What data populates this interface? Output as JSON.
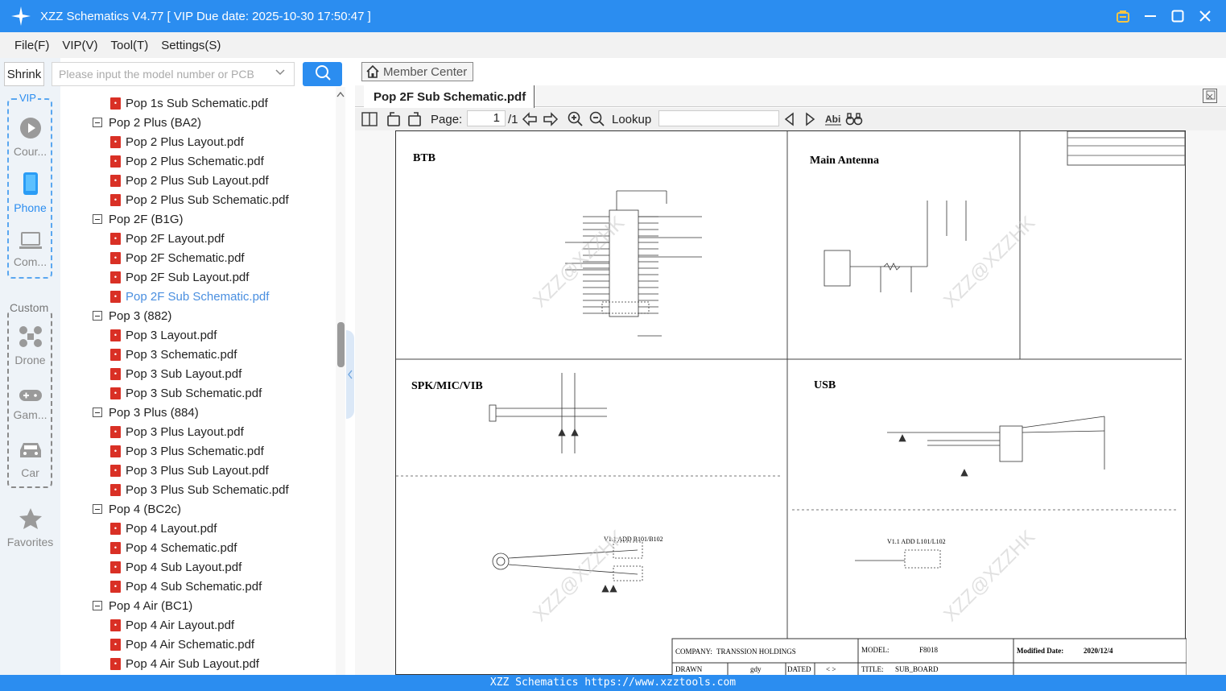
{
  "window": {
    "title": "XZZ Schematics V4.77 [ VIP Due date: 2025-10-30 17:50:47 ]"
  },
  "menu": {
    "items": [
      "File(F)",
      "VIP(V)",
      "Tool(T)",
      "Settings(S)"
    ]
  },
  "search": {
    "shrink_label": "Shrink",
    "placeholder": "Please input the model number or PCB"
  },
  "sidebar": {
    "vip_label": "VIP",
    "custom_label": "Custom",
    "items": [
      {
        "label": "Cour...",
        "icon": "play-icon"
      },
      {
        "label": "Phone",
        "icon": "phone-icon",
        "active": true
      },
      {
        "label": "Com...",
        "icon": "laptop-icon"
      },
      {
        "label": "Drone",
        "icon": "drone-icon"
      },
      {
        "label": "Gam...",
        "icon": "gamepad-icon"
      },
      {
        "label": "Car",
        "icon": "car-icon"
      },
      {
        "label": "Favorites",
        "icon": "star-icon"
      }
    ]
  },
  "tree": {
    "rows": [
      {
        "type": "file",
        "label": "Pop 1s Sub Schematic.pdf"
      },
      {
        "type": "group",
        "label": "Pop 2 Plus (BA2)"
      },
      {
        "type": "file",
        "label": "Pop 2 Plus Layout.pdf"
      },
      {
        "type": "file",
        "label": "Pop 2 Plus Schematic.pdf"
      },
      {
        "type": "file",
        "label": "Pop 2 Plus Sub Layout.pdf"
      },
      {
        "type": "file",
        "label": "Pop 2 Plus Sub Schematic.pdf"
      },
      {
        "type": "group",
        "label": "Pop 2F (B1G)"
      },
      {
        "type": "file",
        "label": "Pop 2F Layout.pdf"
      },
      {
        "type": "file",
        "label": "Pop 2F Schematic.pdf"
      },
      {
        "type": "file",
        "label": "Pop 2F Sub Layout.pdf"
      },
      {
        "type": "file",
        "label": "Pop 2F Sub Schematic.pdf",
        "selected": true
      },
      {
        "type": "group",
        "label": "Pop 3 (882)"
      },
      {
        "type": "file",
        "label": "Pop 3 Layout.pdf"
      },
      {
        "type": "file",
        "label": "Pop 3 Schematic.pdf"
      },
      {
        "type": "file",
        "label": "Pop 3 Sub Layout.pdf"
      },
      {
        "type": "file",
        "label": "Pop 3 Sub Schematic.pdf"
      },
      {
        "type": "group",
        "label": "Pop 3 Plus (884)"
      },
      {
        "type": "file",
        "label": "Pop 3 Plus Layout.pdf"
      },
      {
        "type": "file",
        "label": "Pop 3 Plus Schematic.pdf"
      },
      {
        "type": "file",
        "label": "Pop 3 Plus Sub Layout.pdf"
      },
      {
        "type": "file",
        "label": "Pop 3 Plus Sub Schematic.pdf"
      },
      {
        "type": "group",
        "label": "Pop 4 (BC2c)"
      },
      {
        "type": "file",
        "label": "Pop 4 Layout.pdf"
      },
      {
        "type": "file",
        "label": "Pop 4 Schematic.pdf"
      },
      {
        "type": "file",
        "label": "Pop 4 Sub Layout.pdf"
      },
      {
        "type": "file",
        "label": "Pop 4 Sub Schematic.pdf"
      },
      {
        "type": "group",
        "label": "Pop 4 Air (BC1)"
      },
      {
        "type": "file",
        "label": "Pop 4 Air Layout.pdf"
      },
      {
        "type": "file",
        "label": "Pop 4 Air Schematic.pdf"
      },
      {
        "type": "file",
        "label": "Pop 4 Air Sub Layout.pdf"
      }
    ]
  },
  "viewer": {
    "member_center": "Member Center",
    "tab_title": "Pop 2F Sub Schematic.pdf",
    "page_label": "Page:",
    "page_current": "1",
    "page_total": "/1",
    "lookup_label": "Lookup"
  },
  "schematic": {
    "sections": [
      "BTB",
      "Main  Antenna",
      "SPK/MIC/VIB",
      "USB"
    ],
    "version_notes": [
      "V1.1 ADD B101/B102",
      "V1.1 ADD L101/L102"
    ],
    "company_label": "COMPANY:",
    "company": "TRANSSION HOLDINGS",
    "model_label": "MODEL:",
    "model": "F8018",
    "modified_label": "Modified Date:",
    "modified": "2020/12/4",
    "drawn_label": "DRAWN",
    "drawn": "gdy",
    "dated_label": "DATED",
    "dated": "< >",
    "title_label": "TITLE:",
    "title": "SUB_BOARD",
    "watermark": "XZZ@XZZHK"
  },
  "statusbar": {
    "text": "XZZ Schematics https://www.xzztools.com"
  }
}
